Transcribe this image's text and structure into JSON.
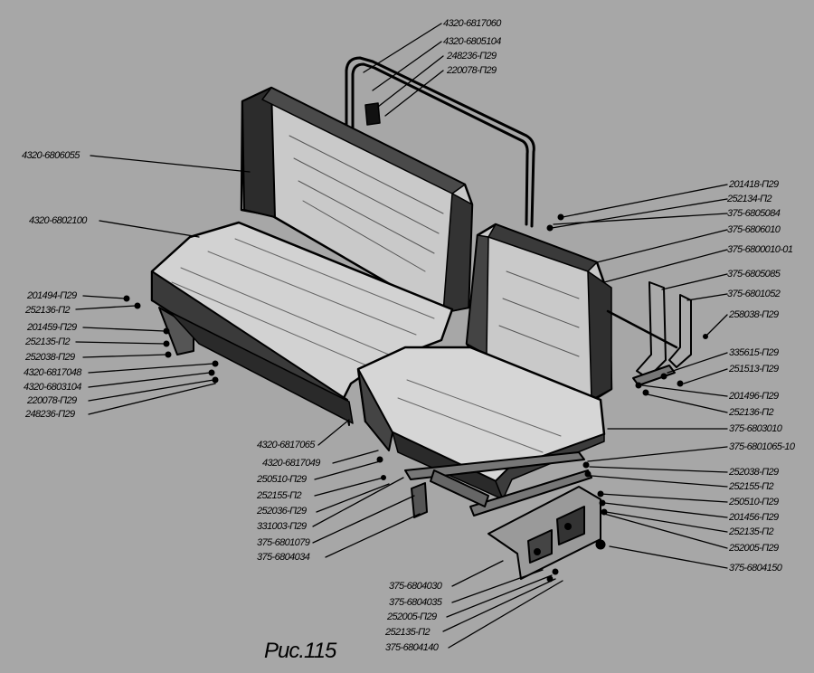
{
  "caption": "Рис.115",
  "labels": {
    "l_4320_6817060": "4320-6817060",
    "l_4320_6805104": "4320-6805104",
    "l_248236_p29_top": "248236-П29",
    "l_220078_p29_top": "220078-П29",
    "l_4320_6806055": "4320-6806055",
    "l_4320_6802100": "4320-6802100",
    "l_201494_p29": "201494-П29",
    "l_252136_p2_left": "252136-П2",
    "l_201459_p29": "201459-П29",
    "l_252135_p2_left": "252135-П2",
    "l_252038_p29_left": "252038-П29",
    "l_4320_6817048": "4320-6817048",
    "l_4320_6803104": "4320-6803104",
    "l_220078_p29_left": "220078-П29",
    "l_248236_p29_left": "248236-П29",
    "l_4320_6817065": "4320-6817065",
    "l_4320_6817049": "4320-6817049",
    "l_250510_p29_left": "250510-П29",
    "l_252155_p2_left": "252155-П2",
    "l_252036_p29": "252036-П29",
    "l_331003_p29": "331003-П29",
    "l_375_6801079": "375-6801079",
    "l_375_6804034": "375-6804034",
    "l_375_6804030": "375-6804030",
    "l_375_6804035": "375-6804035",
    "l_252005_p29_bottom": "252005-П29",
    "l_252135_p2_bottom": "252135-П2",
    "l_375_6804140": "375-6804140",
    "l_201418_p29": "201418-П29",
    "l_252134_p2": "252134-П2",
    "l_375_6805084": "375-6805084",
    "l_375_6806010": "375-6806010",
    "l_375_6800010_01": "375-6800010-01",
    "l_375_6805085": "375-6805085",
    "l_375_6801052": "375-6801052",
    "l_258038_p29": "258038-П29",
    "l_335615_p29": "335615-П29",
    "l_251513_p29": "251513-П29",
    "l_201496_p29": "201496-П29",
    "l_252136_p2_right": "252136-П2",
    "l_375_6803010": "375-6803010",
    "l_375_6801065_10": "375-6801065-10",
    "l_252038_p29_right": "252038-П29",
    "l_252155_p2_right": "252155-П2",
    "l_250510_p29_right": "250510-П29",
    "l_201456_p29": "201456-П29",
    "l_252135_p2_right": "252135-П2",
    "l_252005_p29_right": "252005-П29",
    "l_375_6804150": "375-6804150"
  }
}
